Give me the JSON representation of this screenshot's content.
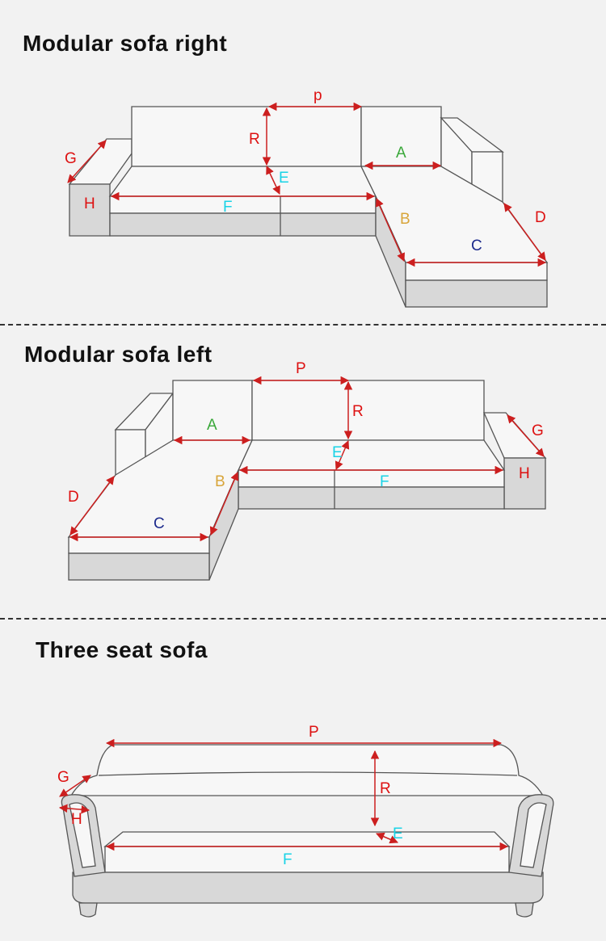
{
  "sections": [
    {
      "title": "Modular sofa right",
      "labels": {
        "p": "p",
        "R": "R",
        "E": "E",
        "A": "A",
        "G": "G",
        "H": "H",
        "F": "F",
        "B": "B",
        "C": "C",
        "D": "D"
      }
    },
    {
      "title": "Modular sofa left",
      "labels": {
        "P": "P",
        "R": "R",
        "E": "E",
        "A": "A",
        "G": "G",
        "H": "H",
        "F": "F",
        "B": "B",
        "C": "C",
        "D": "D"
      }
    },
    {
      "title": "Three seat sofa",
      "labels": {
        "P": "P",
        "R": "R",
        "E": "E",
        "G": "G",
        "H": "H",
        "F": "F"
      }
    }
  ],
  "colors": {
    "background": "#f2f2f2",
    "outline": "#555555",
    "front_panel": "#d8d8d8",
    "seat": "#f7f7f7",
    "arrow": "#cc1f1f",
    "label_red": "#dd1111",
    "label_cyan": "#19d3e6",
    "label_green": "#3aa83a",
    "label_gold": "#d8a53a",
    "label_navy": "#1c2a8c"
  }
}
